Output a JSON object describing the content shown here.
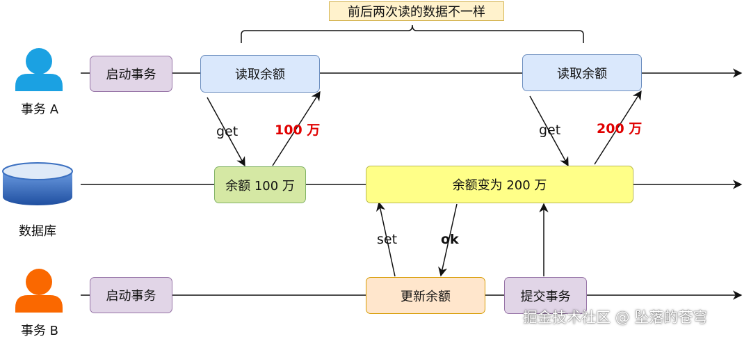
{
  "title": "前后两次读的数据不一样",
  "actors": {
    "txn_a": "事务 A",
    "database": "数据库",
    "txn_b": "事务 B"
  },
  "boxes": {
    "a_start": "启动事务",
    "a_read1": "读取余额",
    "a_read2": "读取余额",
    "db_balance1": "余额 100 万",
    "db_balance2": "余额变为 200 万",
    "b_start": "启动事务",
    "b_update": "更新余额",
    "b_commit": "提交事务"
  },
  "arrow_labels": {
    "get1": "get",
    "val1": "100 万",
    "get2": "get",
    "val2": "200 万",
    "set": "set",
    "ok": "ok"
  },
  "watermark": "掘金技术社区 @ 坠落的苍穹",
  "colors": {
    "purple_fill": "#e1d5e7",
    "purple_stroke": "#9673a6",
    "blue_fill": "#dae8fc",
    "blue_stroke": "#6c8ebf",
    "green_fill": "#d5e8a4",
    "green_stroke": "#82b366",
    "yellow_fill": "#ffff88",
    "yellow_stroke": "#b9b950",
    "orange_fill": "#ffe6cc",
    "orange_stroke": "#d79b00",
    "red_text": "#e00000",
    "actor_a": "#1ba1e2",
    "actor_b": "#fa6800"
  }
}
